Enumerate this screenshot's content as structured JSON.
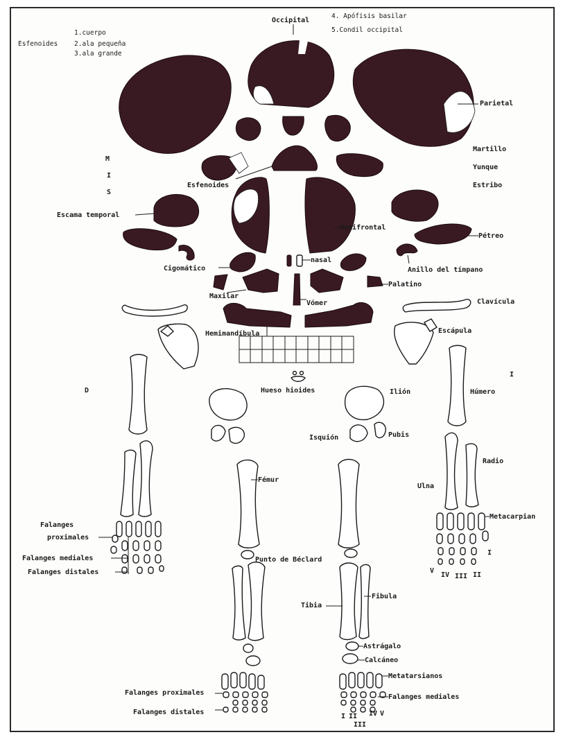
{
  "skull": {
    "esfenoides_legend": {
      "title": "Esfenoides",
      "items": [
        "1.cuerpo",
        "2.ala pequeña",
        "3.ala grande"
      ]
    },
    "occipital": "Occipital",
    "occipital_parts": [
      "4. Apófisis basilar",
      "5.Condil occipital"
    ],
    "parietal": "Parietal",
    "martillo": "Martillo",
    "yunque": "Yunque",
    "estribo": "Estribo",
    "mis_m": "M",
    "mis_i": "I",
    "mis_s": "S",
    "esfenoides": "Esfenoides",
    "escama_temporal": "Escama temporal",
    "hemifrontal": "Hemifrontal",
    "petreo": "Pétreo",
    "cigomatico": "Cigomático",
    "nasal": "nasal",
    "anillo": "Anillo del tímpano",
    "maxilar": "Maxilar",
    "palatino": "Palatino",
    "vomer": "Vómer",
    "hemimandibula": "Hemimandíbula"
  },
  "upper": {
    "clavicula": "Clavícula",
    "escapula": "Escápula",
    "hueso_hioides": "Hueso hioides",
    "left_side": "D",
    "right_side": "I",
    "humero": "Húmero",
    "ilion": "Ilión",
    "isquion": "Isquión",
    "pubis": "Pubis",
    "radio": "Radio",
    "ulna": "Ulna",
    "metacarpian": "Metacarpian",
    "falanges_label": "Falanges",
    "proximales": "proximales",
    "falanges_mediales": "Falanges mediales",
    "falanges_distales": "Falanges distales",
    "roman_i": "I",
    "roman_v": "V",
    "roman_iv": "IV",
    "roman_iii": "III",
    "roman_ii": "II"
  },
  "lower": {
    "femur": "Fémur",
    "punto_beclard": "Punto de Béclard",
    "tibia": "Tibia",
    "fibula": "Fibula",
    "astragalo": "Astrágalo",
    "calcaneo": "Calcáneo",
    "metatarsianos": "Metatarsianos",
    "falanges_proximales": "Falanges proximales",
    "falanges_mediales": "Falanges mediales",
    "falanges_distales": "Falanges distales",
    "foot_i": "I",
    "foot_ii": "II",
    "foot_iv": "IV",
    "foot_v": "V",
    "foot_iii": "III"
  },
  "colors": {
    "bone_dark": "#3a1a22",
    "ink": "#1a1a1a"
  }
}
